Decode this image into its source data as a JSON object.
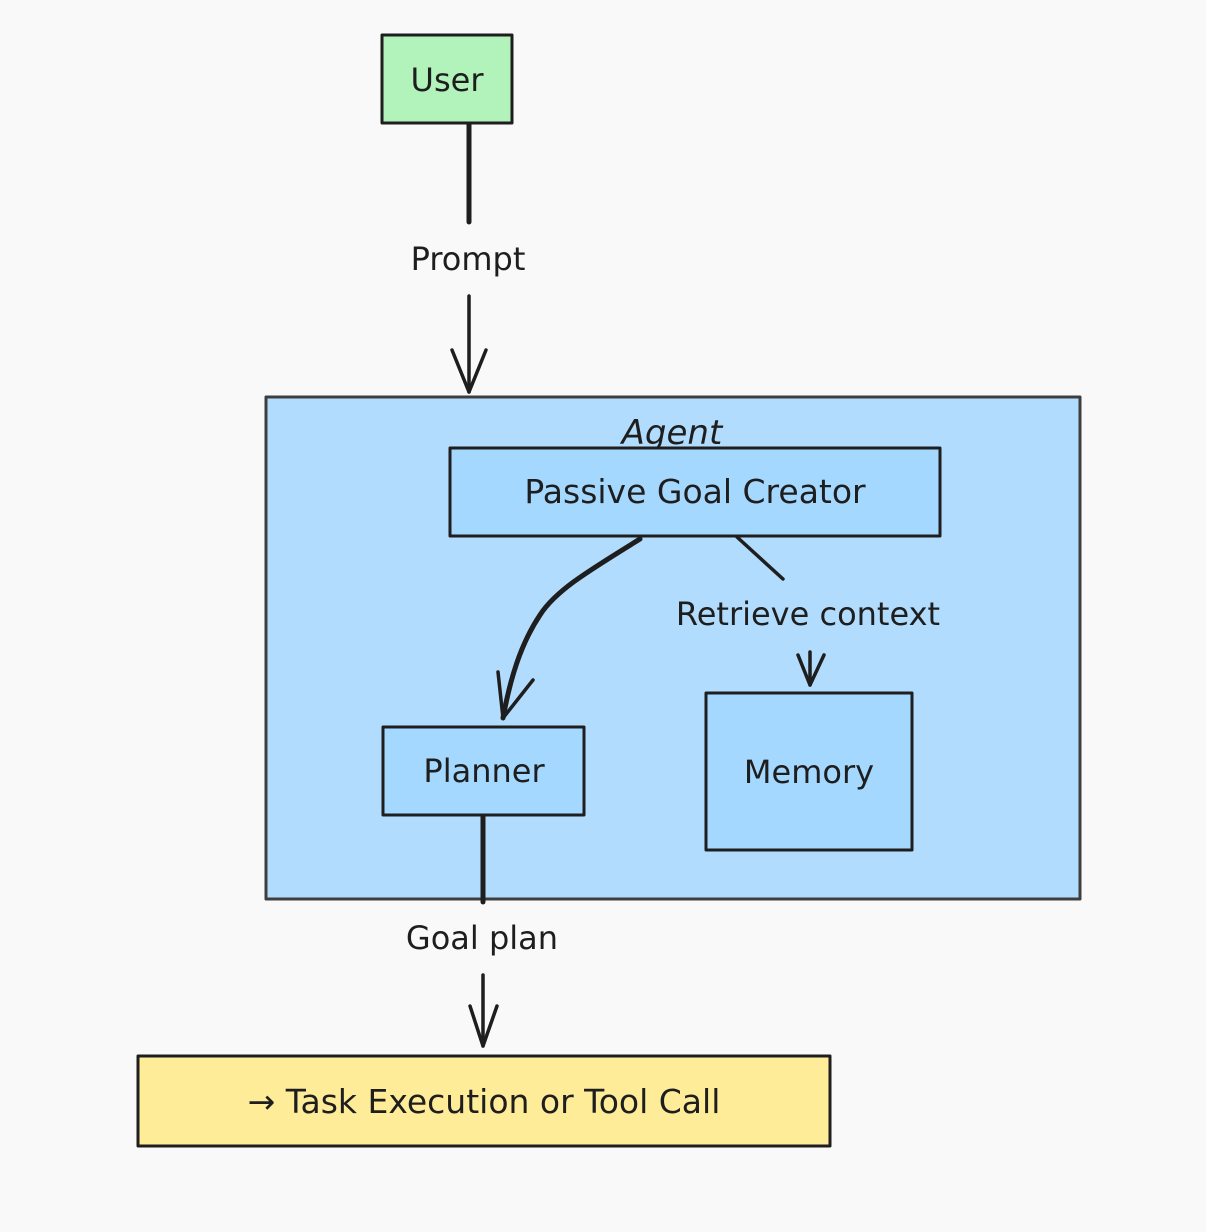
{
  "colors": {
    "background": "#f9f9f9",
    "user_fill": "#b2f2bb",
    "agent_fill": "#a5d8ff",
    "output_fill": "#ffec99",
    "stroke": "#1e1e1e"
  },
  "nodes": {
    "user": "User",
    "agent": "Agent",
    "goal_creator": "Passive Goal Creator",
    "planner": "Planner",
    "memory": "Memory",
    "output": "→ Task Execution or Tool Call"
  },
  "edges": {
    "prompt": "Prompt",
    "retrieve": "Retrieve context",
    "goal_plan": "Goal plan"
  }
}
